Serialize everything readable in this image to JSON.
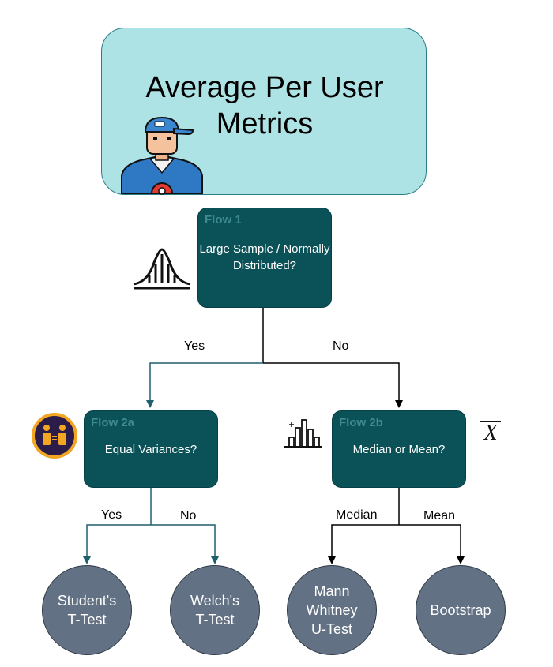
{
  "title": "Average Per User Metrics",
  "flow1": {
    "tag": "Flow 1",
    "question": "Large Sample / Normally Distributed?"
  },
  "edge_yes_top": "Yes",
  "edge_no_top": "No",
  "flow2a": {
    "tag": "Flow 2a",
    "question": "Equal Variances?"
  },
  "flow2b": {
    "tag": "Flow 2b",
    "question": "Median or Mean?"
  },
  "edge_yes_2a": "Yes",
  "edge_no_2a": "No",
  "edge_median": "Median",
  "edge_mean": "Mean",
  "results": {
    "students": "Student's\nT-Test",
    "welchs": "Welch's\nT-Test",
    "mann": "Mann\nWhitney\nU-Test",
    "bootstrap": "Bootstrap"
  },
  "xbar_symbol": "X",
  "colors": {
    "title_fill": "#aee3e5",
    "flow_fill": "#0b5258",
    "circle_fill": "#627183",
    "line_teal": "#1f5f6e",
    "line_black": "#000000"
  },
  "icons": [
    "user-cap-icon",
    "bell-curve-icon",
    "people-equal-icon",
    "histogram-icon"
  ]
}
